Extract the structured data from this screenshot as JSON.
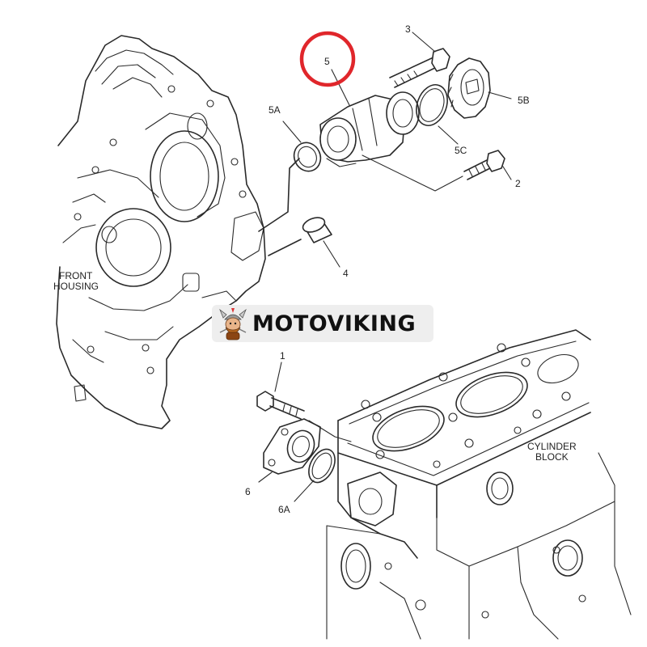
{
  "labels": {
    "part_1": "1",
    "part_2": "2",
    "part_3": "3",
    "part_4": "4",
    "part_5": "5",
    "part_5a": "5A",
    "part_5b": "5B",
    "part_5c": "5C",
    "part_6": "6",
    "part_6a": "6A",
    "front_housing_line1": "FRONT",
    "front_housing_line2": "HOUSING",
    "cylinder_block_line1": "CYLINDER",
    "cylinder_block_line2": "BLOCK"
  },
  "watermark": {
    "text": "MOTOVIKING",
    "logo_icon": "viking-mascot-icon"
  },
  "highlight": {
    "target_label": "5",
    "color": "#e0262b"
  }
}
